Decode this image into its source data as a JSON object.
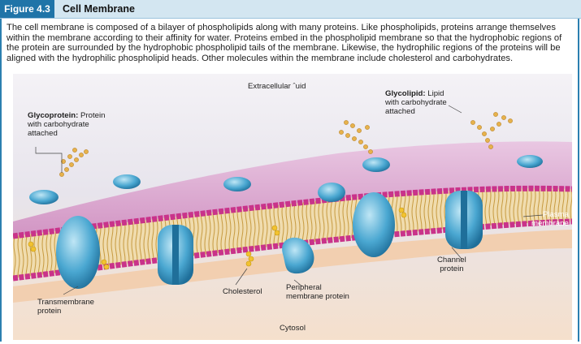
{
  "figure": {
    "number": "Figure 4.3",
    "title": "Cell Membrane",
    "caption": "The cell membrane is composed of a bilayer of phospholipids along with many proteins. Like phospholipids, proteins arrange themselves within the membrane according to their affinity for water. Proteins embed in the phospholipid membrane so that the hydrophobic regions of the protein are surrounded by the hydrophobic phospholipid tails of the membrane. Likewise, the hydrophilic regions of the proteins will be aligned with the hydrophilic phospholipid heads. Other molecules within the membrane include cholesterol and carbohydrates."
  },
  "labels": {
    "extracellular": "Extracellular ˆuid",
    "glycoprotein_term": "Glycoprotein:",
    "glycoprotein_desc_1": " Protein",
    "glycoprotein_desc_2": "with carbohydrate",
    "glycoprotein_desc_3": "attached",
    "glycolipid_term": "Glycolipid:",
    "glycolipid_desc_1": " Lipid",
    "glycolipid_desc_2": "with carbohydrate",
    "glycolipid_desc_3": "attached",
    "plasma_1": "Plasma",
    "plasma_2": "membrane",
    "channel_1": "Channel",
    "channel_2": "protein",
    "peripheral_1": "Peripheral",
    "peripheral_2": "membrane protein",
    "cholesterol": "Cholesterol",
    "transmembrane_1": "Transmembrane",
    "transmembrane_2": "protein",
    "cytosol": "Cytosol"
  },
  "colors": {
    "header_bg": "#d3e6f1",
    "badge_bg": "#1f74a8",
    "frame": "#2b7fb0",
    "phospholipid_head": "#c9338a",
    "lipid_tail": "#d9b15a",
    "protein": "#3f9cc8",
    "carbohydrate": "#e7b24c",
    "membrane_surface": "#d7a7cf"
  }
}
